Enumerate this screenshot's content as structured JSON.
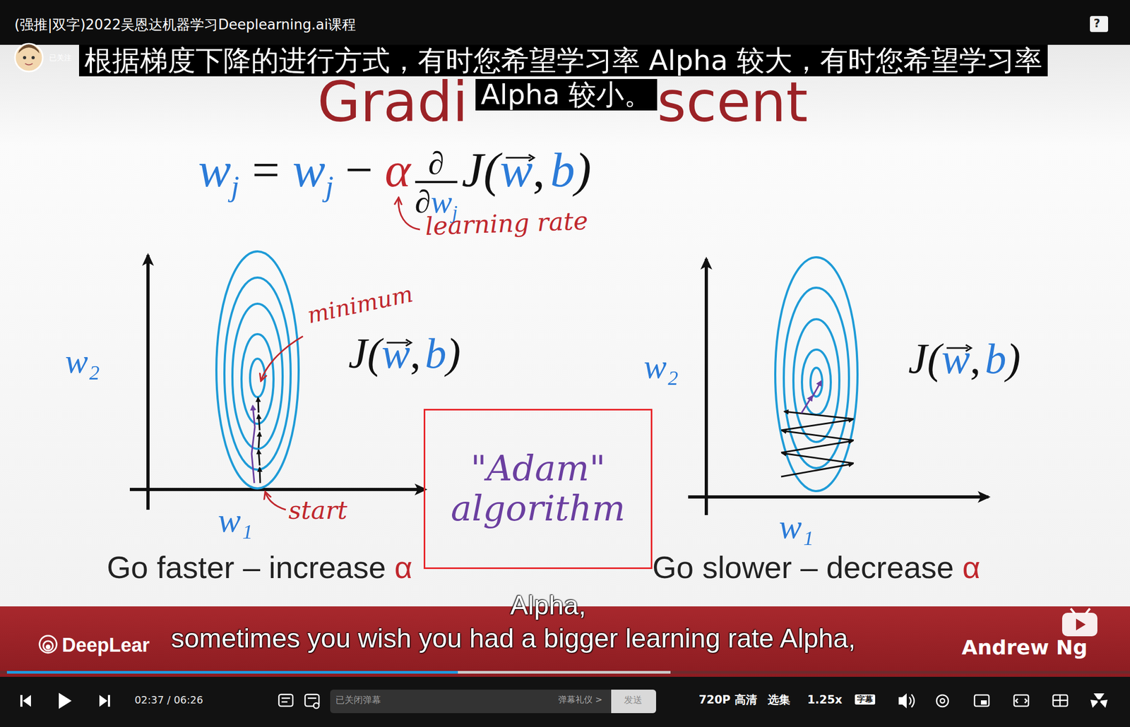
{
  "diagram": {
    "nodes": [
      {
        "text": [
          "根据梯度下降的进行方式，有时您希望学习率 Alpha 较大，有时您希望学习率"
        ]
      },
      {
        "text": [
          "Alpha 较小。"
        ]
      },
      {
        "text": [
          "\"Adam\" algorithm"
        ]
      }
    ],
    "labels": [
      "(强推|双字)2022吴恩达机器学习Deeplearning.ai课程",
      "?",
      "已关注",
      "Gradi",
      "scent",
      "w",
      "j",
      "=",
      "w",
      "j",
      "−",
      "α",
      "∂",
      "∂",
      "w",
      "j",
      "J(",
      "w",
      ",",
      "b",
      ")",
      "learning rate",
      "w₂",
      "minimum",
      "J(",
      "w",
      ",",
      "b",
      ")",
      "w₁",
      "start",
      "Go faster – increase",
      "α",
      "w₂",
      "J(",
      "w",
      ",",
      "b",
      ")",
      "w₁",
      "Go slower – decrease",
      "α",
      "Alpha,",
      "DeepLear",
      "sometimes you wish you had a bigger learning rate Alpha,",
      "Andrew Ng",
      "02:37 / 06:26",
      "已关闭弹幕",
      "弹幕礼仪 >",
      "发送",
      "720P 高清",
      "选集",
      "1.25x",
      "字幕"
    ]
  }
}
